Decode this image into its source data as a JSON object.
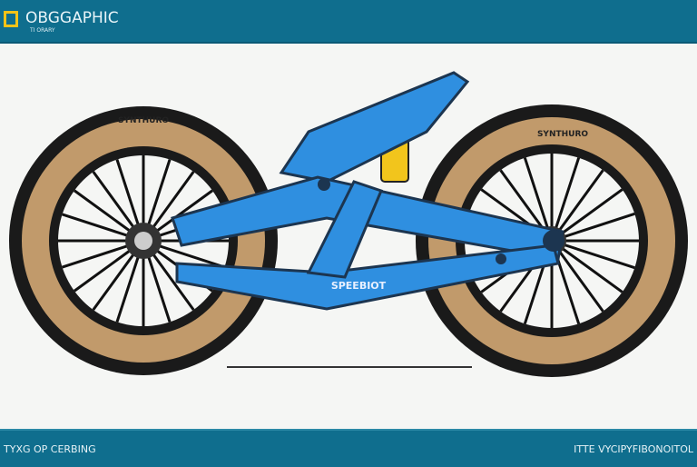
{
  "header": {
    "brand": "OBGGAPHIC",
    "subbrand": "TI ORARY",
    "logo_color": "#f3c318",
    "bar_color": "#0f6e8e"
  },
  "illustration": {
    "subject": "bicycle-illustration",
    "frame_color": "#2f8fe0",
    "shock_color": "#f2c51c",
    "tire_color": "#c19a6b",
    "frame_lettering": "SPEEBIOT",
    "left_tire_lettering": "SYNTHURO",
    "right_tire_lettering": "SYNTHURO"
  },
  "footer": {
    "left_text": "TYXG OP CERBING",
    "right_text": "ITTE VYCIPYFIBONOITOL"
  }
}
